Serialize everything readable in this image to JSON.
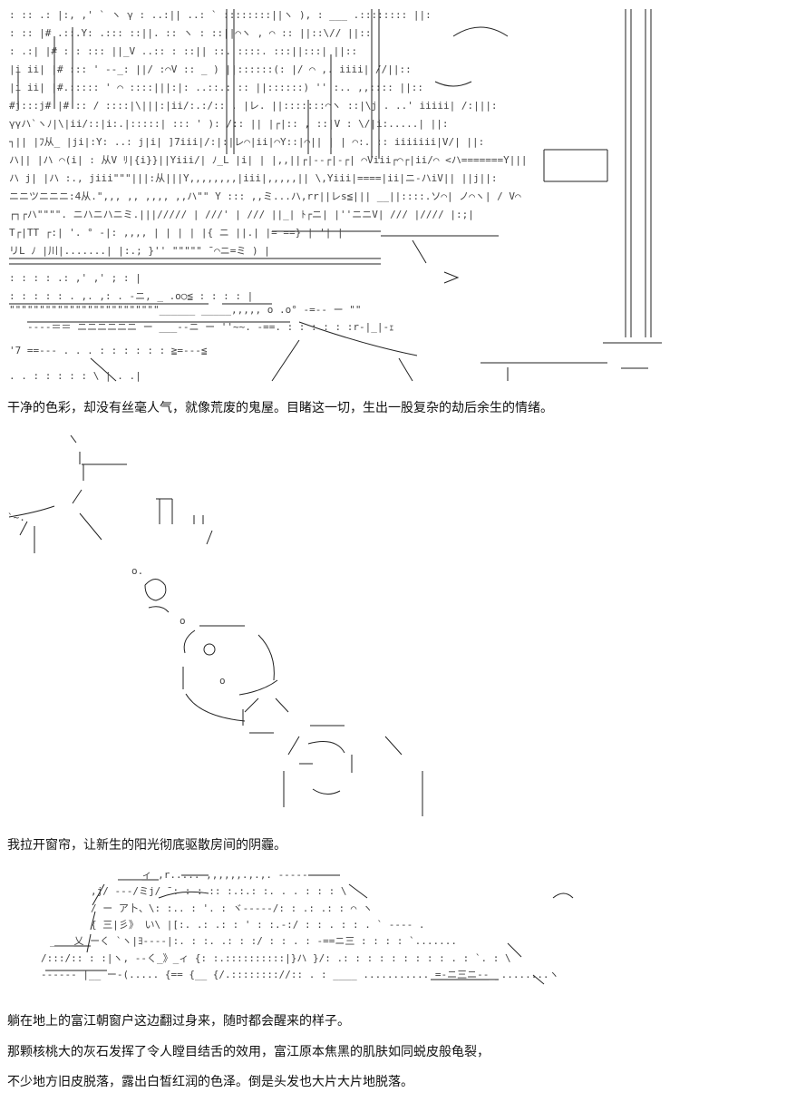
{
  "captions": {
    "c1": "干净的色彩，却没有丝毫人气，就像荒废的鬼屋。目睹这一切，生出一股复杂的劫后余生的情绪。",
    "c2": "我拉开窗帘，让新生的阳光彻底驱散房间的阴霾。",
    "c3": "躺在地上的富江朝窗户这边翻过身来，随时都会醒来的样子。",
    "c4": "那颗核桃大的灰石发挥了令人瞠目结舌的效用，富江原本焦黑的肌肤如同蜕皮般龟裂，",
    "c5": "不少地方旧皮脱落，露出白皙红润的色泽。倒是头发也大片大片地脱落。"
  }
}
